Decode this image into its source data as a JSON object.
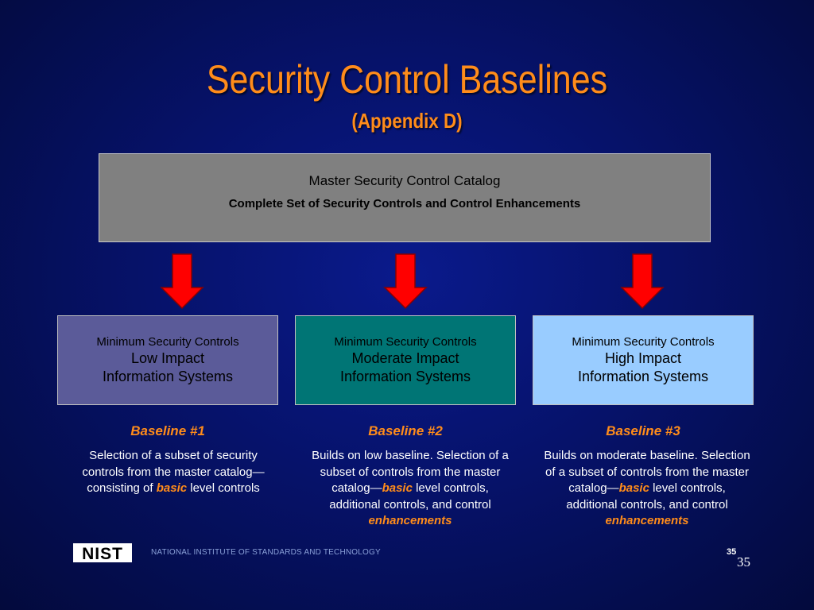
{
  "slide": {
    "title": "Security Control Baselines",
    "subtitle": "(Appendix D)"
  },
  "catalog": {
    "heading": "Master Security Control Catalog",
    "description": "Complete Set of Security Controls and Control Enhancements"
  },
  "arrow_icon": "down-arrow-icon",
  "colors": {
    "title": "#ff8c1a",
    "catalog_box": "#808080",
    "low_box": "#5b5b99",
    "moderate_box": "#007575",
    "high_box": "#99ccff",
    "arrow": "#ff0000"
  },
  "boxes": [
    {
      "line1": "Minimum Security Controls",
      "line2": "Low Impact",
      "line3": "Information Systems"
    },
    {
      "line1": "Minimum Security Controls",
      "line2": "Moderate Impact",
      "line3": "Information Systems"
    },
    {
      "line1": "Minimum Security Controls",
      "line2": "High Impact",
      "line3": "Information Systems"
    }
  ],
  "baselines": [
    {
      "heading": "Baseline #1",
      "text_a": "Selection of a subset of security controls from the master catalog—consisting of ",
      "em_a": "basic",
      "text_b": " level controls"
    },
    {
      "heading": "Baseline #2",
      "text_a": "Builds on low baseline.  Selection of a subset of controls from the master catalog—",
      "em_a": "basic",
      "text_b": " level controls, additional controls, and control ",
      "em_b": "enhancements"
    },
    {
      "heading": "Baseline #3",
      "text_a": "Builds on moderate baseline. Selection of a subset of controls from the master catalog—",
      "em_a": "basic",
      "text_b": " level controls, additional controls, and control ",
      "em_b": "enhancements"
    }
  ],
  "footer": {
    "logo_text": "NIST",
    "institute": "NATIONAL INSTITUTE OF STANDARDS AND TECHNOLOGY",
    "page_small": "35",
    "page_big": "35"
  }
}
